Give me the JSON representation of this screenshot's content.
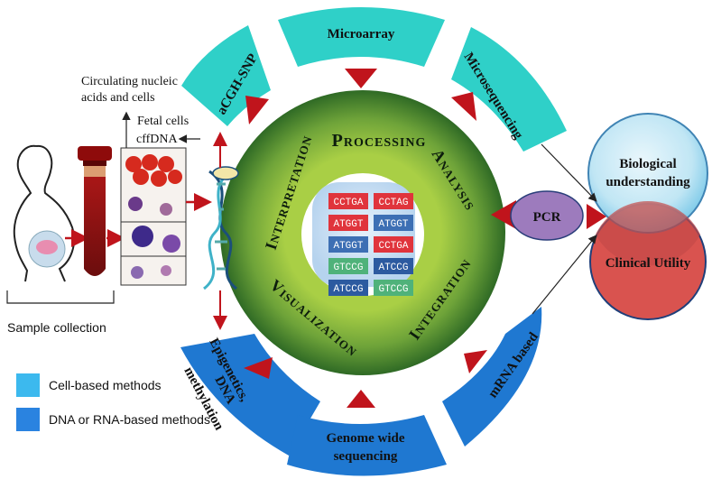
{
  "left_panel": {
    "circulating_label_line1": "Circulating nucleic",
    "circulating_label_line2": "acids and cells",
    "fetal_cells_label": "Fetal cells",
    "cffdna_label": "cffDNA",
    "sample_collection_label": "Sample collection"
  },
  "legend": {
    "items": [
      {
        "label": "Cell-based methods",
        "color": "#3cb9ee"
      },
      {
        "label": "DNA or RNA-based methods",
        "color": "#2a83e0"
      }
    ]
  },
  "ring_segments": {
    "acgh_snp": "aCGH-SNP",
    "microarray": "Microarray",
    "microsequencing": "Microsequencing",
    "epigenetics_line1": "Epigenetics,",
    "epigenetics_line2": "DNA",
    "epigenetics_line3": "methylation",
    "genome_line1": "Genome wide",
    "genome_line2": "sequencing",
    "mrna": "mRNA based"
  },
  "center": {
    "processing": "Processing",
    "analysis": "Analysis",
    "interpretation": "Interpretation",
    "visualization": "Visualization",
    "integration": "Integration",
    "sequences": [
      {
        "text": "CCTGA",
        "color": "#e0343c"
      },
      {
        "text": "CCTAG",
        "color": "#e0343c"
      },
      {
        "text": "ATGGT",
        "color": "#e0343c"
      },
      {
        "text": "ATGGT",
        "color": "#3d6fb4"
      },
      {
        "text": "ATGGT",
        "color": "#3d6fb4"
      },
      {
        "text": "CCTGA",
        "color": "#e0343c"
      },
      {
        "text": "GTCCG",
        "color": "#4fb27a"
      },
      {
        "text": "ATCCG",
        "color": "#2c5aa0"
      },
      {
        "text": "ATCCG",
        "color": "#2c5aa0"
      },
      {
        "text": "GTCCG",
        "color": "#4fb27a"
      }
    ]
  },
  "pcr_label": "PCR",
  "outcomes": {
    "biological_line1": "Biological",
    "biological_line2": "understanding",
    "clinical": "Clinical Utility"
  },
  "colors": {
    "teal_segment": "#2fd0c8",
    "blue_segment": "#1f78d1",
    "ring_dark_green": "#3c7a2c",
    "ring_light_green": "#9bc53d",
    "arrow_red": "#c0141c",
    "pcr_purple": "#9d7bbd",
    "bio_circle": "#aad9ee",
    "clinical_circle": "#d9534f"
  }
}
